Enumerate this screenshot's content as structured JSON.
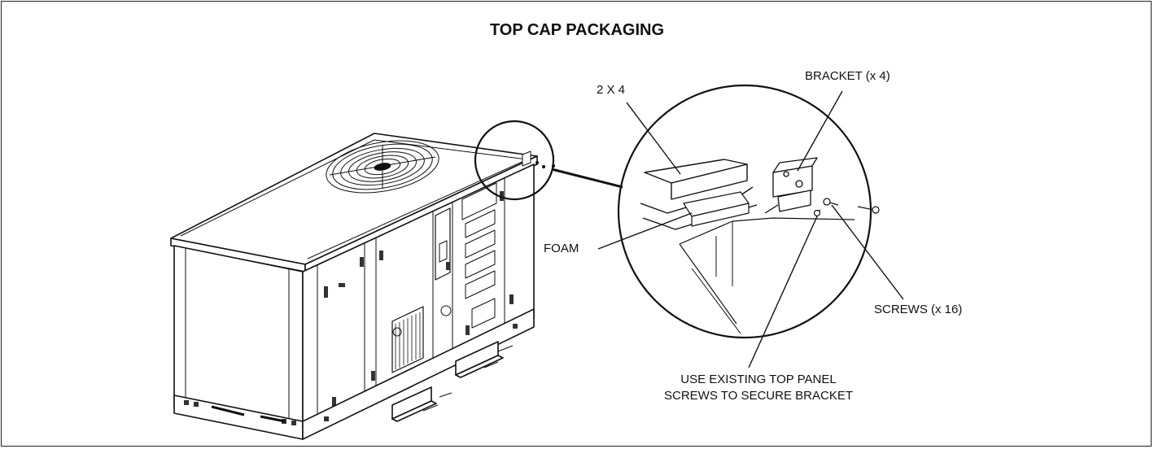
{
  "title": "TOP CAP PACKAGING",
  "labels": {
    "two_by_four": "2 X 4",
    "bracket": "BRACKET (x 4)",
    "foam": "FOAM",
    "screws": "SCREWS (x 16)",
    "use_existing_line1": "USE EXISTING TOP PANEL",
    "use_existing_line2": "SCREWS TO SECURE BRACKET"
  }
}
